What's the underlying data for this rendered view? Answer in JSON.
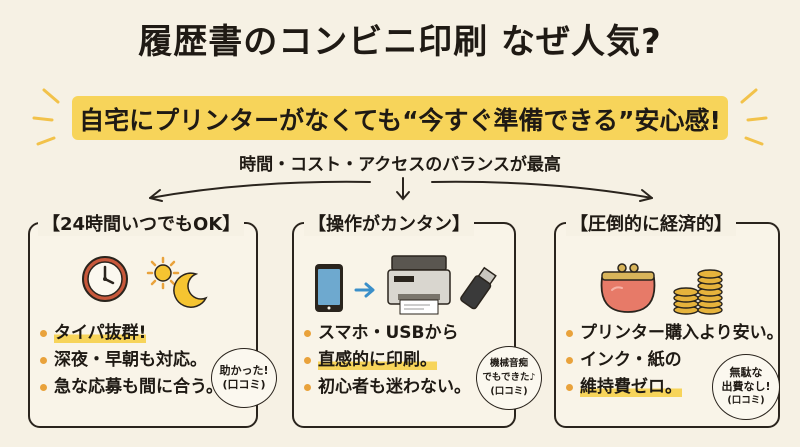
{
  "title": "履歴書のコンビニ印刷 なぜ人気?",
  "banner": "自宅にプリンターがなくても“今すぐ準備できる”安心感!",
  "subtitle": "時間・コスト・アクセスのバランスが最高",
  "colors": {
    "accent": "#f7d45a",
    "bullet": "#e9a23b",
    "ink": "#2a241d",
    "background": "#f6f1e4"
  },
  "cards": [
    {
      "title": "【24時間いつでもOK】",
      "icons": [
        "clock-icon",
        "sun-icon",
        "moon-icon"
      ],
      "bullets": [
        "タイパ抜群!",
        "深夜・早朝も対応。",
        "急な応募も間に合う。"
      ],
      "bubble": [
        "助かった!",
        "(口コミ)"
      ]
    },
    {
      "title": "【操作がカンタン】",
      "icons": [
        "smartphone-icon",
        "arrow-right-icon",
        "printer-icon",
        "usb-icon"
      ],
      "bullets": [
        "スマホ・USBから",
        "直感的に印刷。",
        "初心者も迷わない。"
      ],
      "bubble": [
        "機械音痴",
        "でもできた♪",
        "(口コミ)"
      ]
    },
    {
      "title": "【圧倒的に経済的】",
      "icons": [
        "coin-purse-icon",
        "coin-stack-icon"
      ],
      "bullets": [
        "プリンター購入より安い。",
        "インク・紙の",
        "維持費ゼロ。"
      ],
      "bubble": [
        "無駄な",
        "出費なし!",
        "(口コミ)"
      ]
    }
  ]
}
